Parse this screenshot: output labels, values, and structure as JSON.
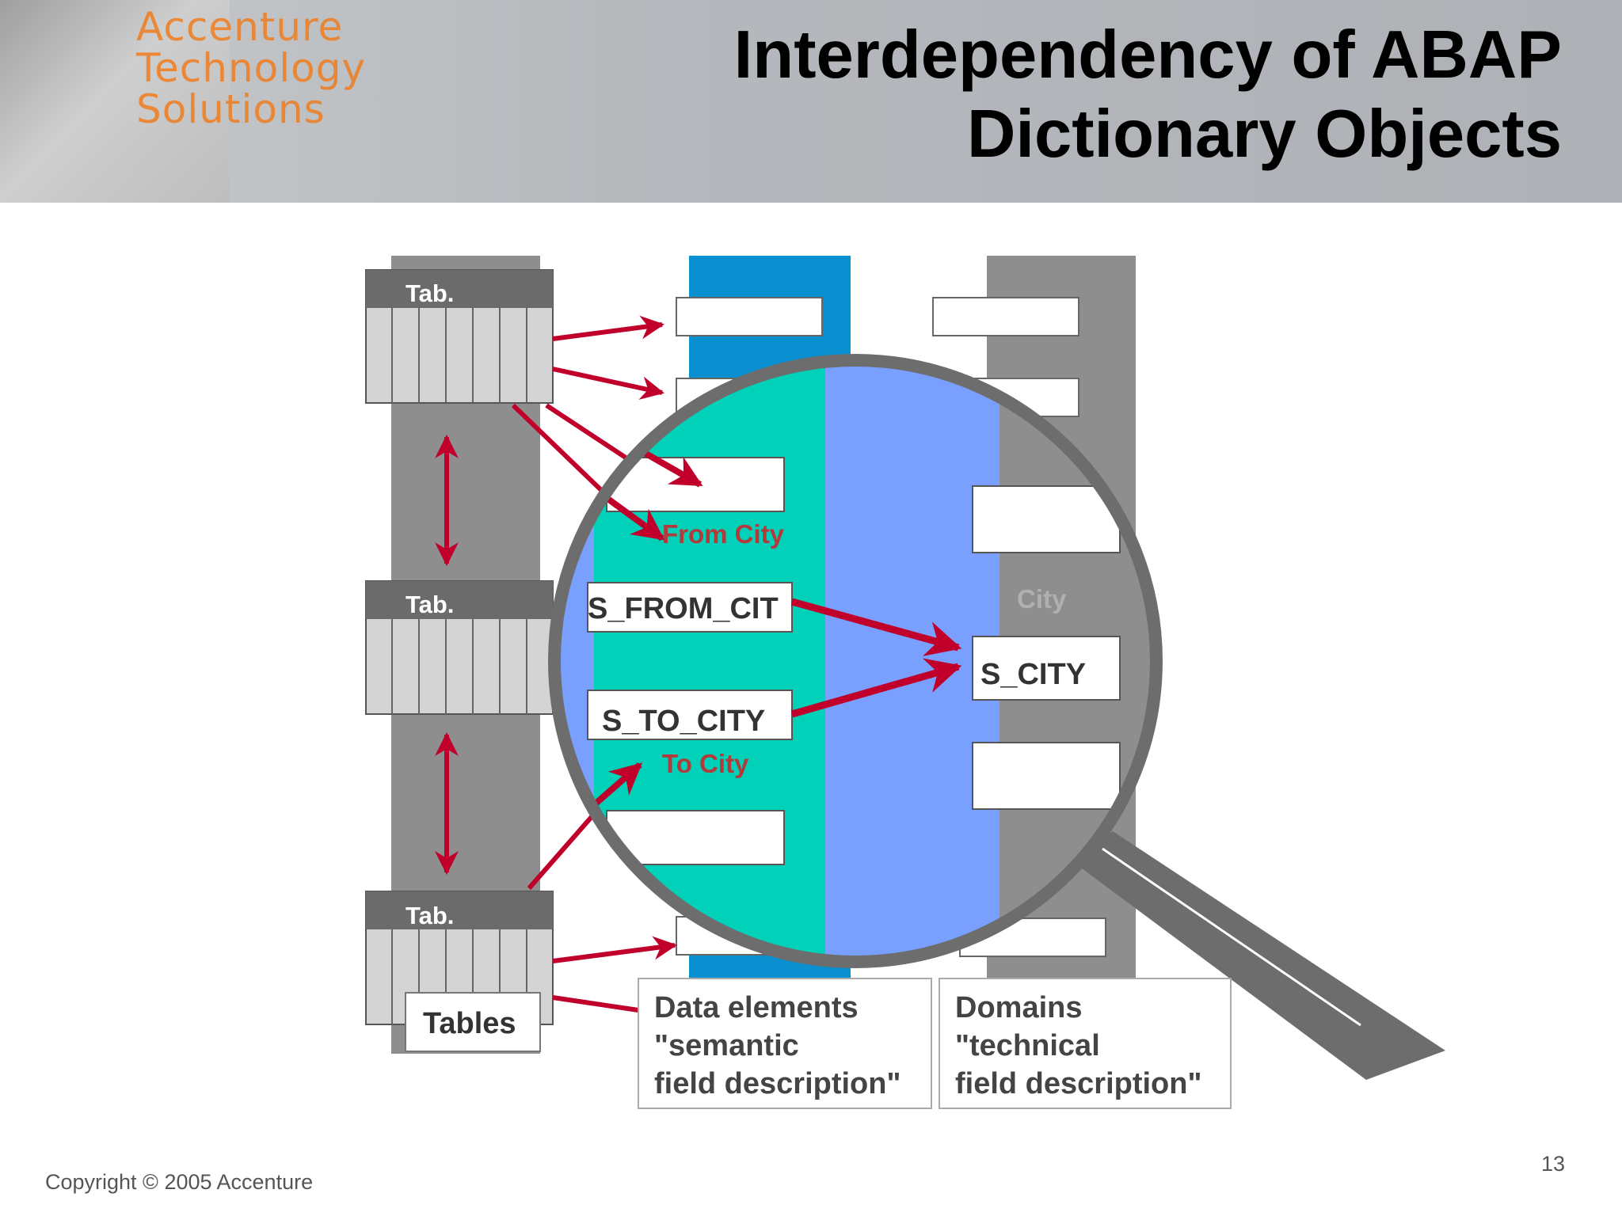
{
  "header": {
    "logo_lines": [
      "Accenture",
      "Technology",
      "Solutions"
    ],
    "title_lines": [
      "Interdependency of ABAP",
      "Dictionary Objects"
    ]
  },
  "diagram": {
    "table_header": "Tab.",
    "tables_label": "Tables",
    "data_elements_caption": [
      "Data elements",
      "\"semantic",
      "field description\""
    ],
    "domains_caption": [
      "Domains",
      "\"technical",
      "field description\""
    ],
    "zoom": {
      "from_city_text": "From City",
      "from_city_element": "S_FROM_CIT",
      "to_city_element": "S_TO_CITY",
      "to_city_text": "To City",
      "domain_text": "City",
      "domain_name": "S_CITY"
    },
    "colors": {
      "arrow": "#c0002a",
      "data_element_column": "#0a8fd1",
      "zoom_data_elements": "#00d1b8",
      "zoom_middle": "#7aa0ff",
      "domain_column": "#8e8e8e"
    }
  },
  "footer": {
    "copyright": "Copyright © 2005 Accenture",
    "page_number": "13"
  }
}
